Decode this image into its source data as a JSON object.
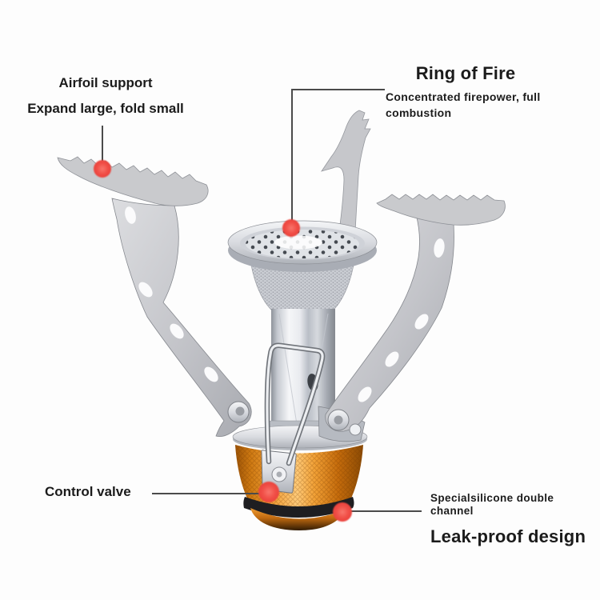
{
  "page": {
    "type": "annotated product diagram",
    "product": "folding camping gas stove"
  },
  "colors": {
    "background": "#fdfdfd",
    "marker_red": "#f0524b",
    "leader_line": "#4b4b4b",
    "label_text": "#1b1b1b",
    "valve_orange": "#f2a136",
    "metal_silver": "#cdd0d6",
    "seal_black": "#1e1e21"
  },
  "annotations": {
    "airfoil": {
      "title": "Airfoil support",
      "subtitle": "Expand large, fold small"
    },
    "ring_of_fire": {
      "title": "Ring of Fire",
      "subtitle": "Concentrated firepower, full combustion"
    },
    "control_valve": {
      "title": "Control valve"
    },
    "leak_proof": {
      "subtitle": "Specialsilicone double channel",
      "title": "Leak-proof design"
    }
  }
}
